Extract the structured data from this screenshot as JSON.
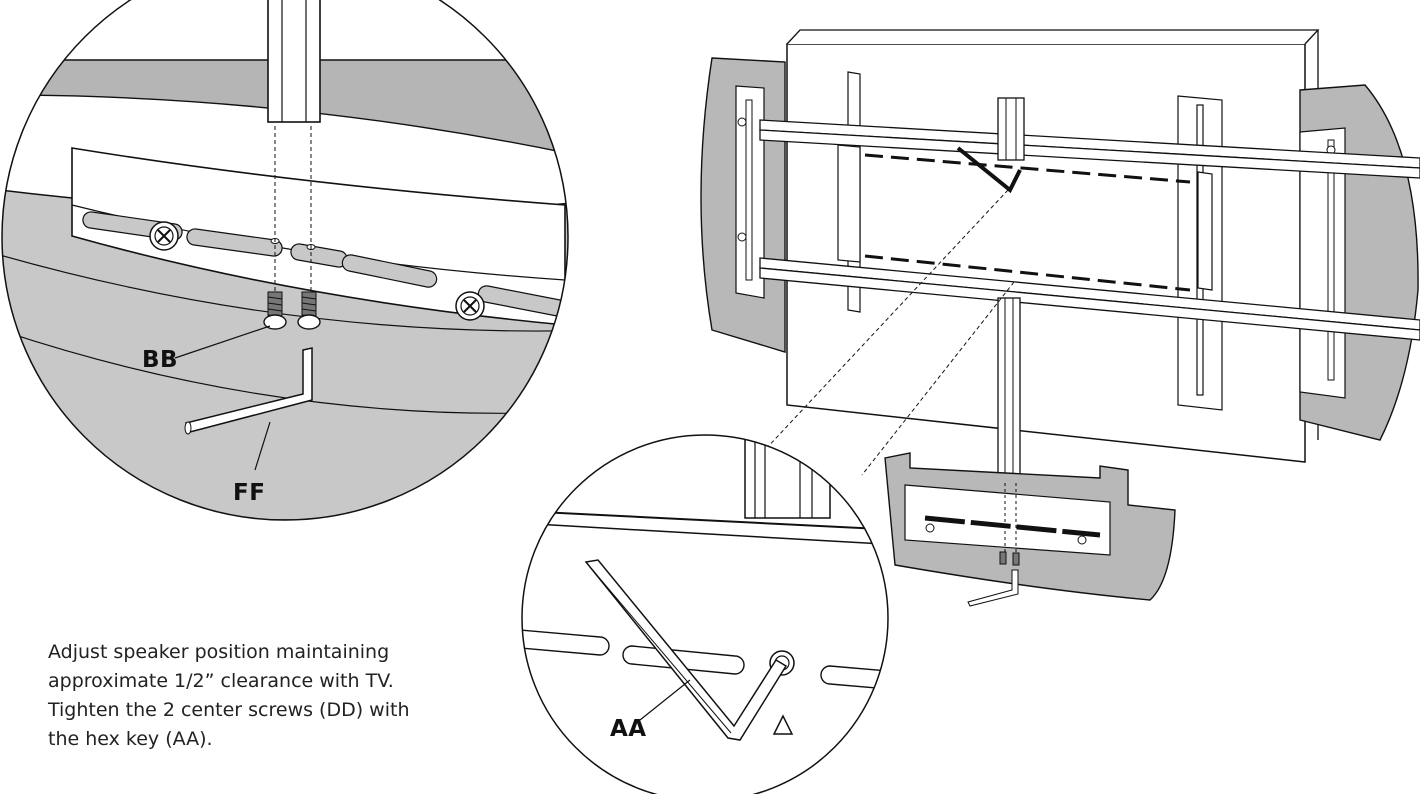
{
  "callouts": {
    "screws_label": "BB",
    "hex_key_left_label": "FF",
    "hex_key_right_label": "AA"
  },
  "instructions": {
    "lines": [
      "Adjust speaker position maintaining",
      "approximate 1/2” clearance with TV.",
      "Tighten the 2 center screws (DD) with",
      "the hex key (AA)."
    ]
  }
}
